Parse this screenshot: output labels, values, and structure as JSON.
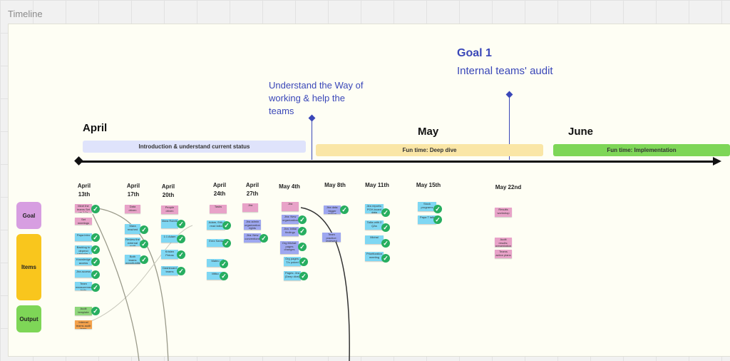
{
  "frame_title": "Timeline",
  "goal1": {
    "title": "Goal 1",
    "desc": "Internal teams' audit"
  },
  "understand": "Understand the Way of working & help the teams",
  "months": {
    "april": "April",
    "may": "May",
    "june": "June"
  },
  "phases": {
    "intro": "Introduction & understand current status",
    "deep": "Fun time: Deep dive",
    "impl": "Fun time: Implementation"
  },
  "dates": {
    "d1": "April 13th",
    "d2": "April 17th",
    "d3": "April 20th",
    "d4": "April 24th",
    "d5": "April 27th",
    "d6": "May 4th",
    "d7": "May 8th",
    "d8": "May 11th",
    "d9": "May 15th",
    "d10": "May 22nd"
  },
  "rows": {
    "goal": "Goal",
    "items": "Items",
    "output": "Output"
  },
  "notes": {
    "n1": "Meet the teams Set up 1:1s",
    "n2": "Set meetings calendar",
    "n3": "Papa intro",
    "n4": "Backlog to depend calendar / 1:1s",
    "n5": "Knowledge access",
    "n6": "Jira access",
    "n7": "Team measurement tools",
    "n8": "Audit template",
    "n9": "Internal teams audit team reviewed",
    "n10": "Data driven",
    "n11": "Mara reached",
    "n12": "Review the external audit",
    "n13": "Both teams opportunities",
    "n14": "People driven",
    "n15": "Mara Rubrik",
    "n16": "1:1 Adam",
    "n17": "Kristen Petras",
    "n18": "Dashboard teams",
    "n19": "Tasks",
    "n20": "Adam, Erik, read talks",
    "n21": "Erez Sams",
    "n22": "Mateo",
    "n23": "Mitko",
    "n24": "Jira",
    "n25": "Jira admin organization rights",
    "n26": "Jira: New conventions",
    "n27": "Jira",
    "n28": "Jira: New organization",
    "n29": "Jira: initial findings",
    "n30": "Org Michal: pages changes",
    "n31": "Org pages: T/c poked",
    "n32": "Pages: Jira (Deep dive)",
    "n33": "Jira data: bigger picture",
    "n34": "Team practice: reviewed",
    "n35": "Jira reports: PGH-board data",
    "n36": "Talks with 2 QAs",
    "n37": "Michal",
    "n38": "Prioritization meeting",
    "n39": "Stock programs",
    "n40": "Papa T talk",
    "n41": "Results workshop",
    "n42": "Audit results: presentation",
    "n43": "Teams action plans"
  },
  "colors": {
    "accent": "#3a47b8",
    "note_blue": "#7fd7f3",
    "note_pink": "#e8a2c8",
    "note_purple": "#9ea7f0",
    "note_green": "#8fd67c",
    "note_orange": "#f4a24c",
    "phase_intro": "#dfe3fb",
    "phase_deep": "#fae6a6",
    "phase_impl": "#7ed657",
    "goal_label": "#d79ee1",
    "items_label": "#f9c61d",
    "output_label": "#7ed657"
  }
}
